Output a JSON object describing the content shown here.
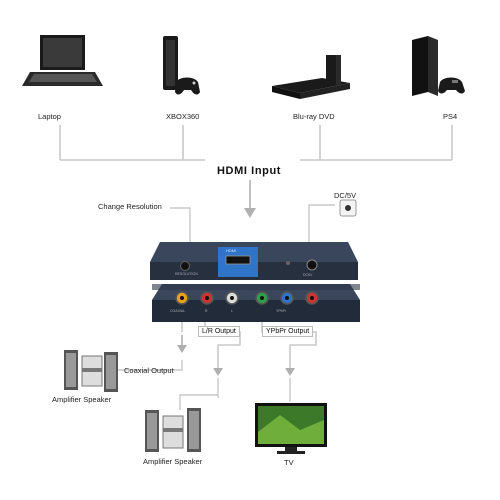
{
  "sources": {
    "laptop": "Laptop",
    "xbox": "XBOX360",
    "bluray": "Blu-ray DVD",
    "ps4": "PS4"
  },
  "hdmi_input": "HDMI Input",
  "change_resolution": "Change Resolution",
  "power": "DC/5V",
  "outputs": {
    "coaxial": "Coaxial Output",
    "lr": "L/R Output",
    "ypbpr": "YPbPr Output"
  },
  "sinks": {
    "amp1": "Amplifier Speaker",
    "amp2": "Amplifier Speaker",
    "tv": "TV"
  },
  "device": {
    "top_label_hdmi": "HDMI",
    "top_label_resolution": "RESOLUTION",
    "top_label_dc": "DC5V",
    "port_coaxial": "COAXIAL",
    "port_r": "R",
    "port_audio": "L",
    "port_ypbpr": "YPbPr"
  },
  "colors": {
    "device_body": "#2b3547",
    "device_panel": "#1d2533",
    "connector_blue": "#2f74c7",
    "arrow_gray": "#b0b0b0",
    "line_gray": "#c9c9c9"
  }
}
